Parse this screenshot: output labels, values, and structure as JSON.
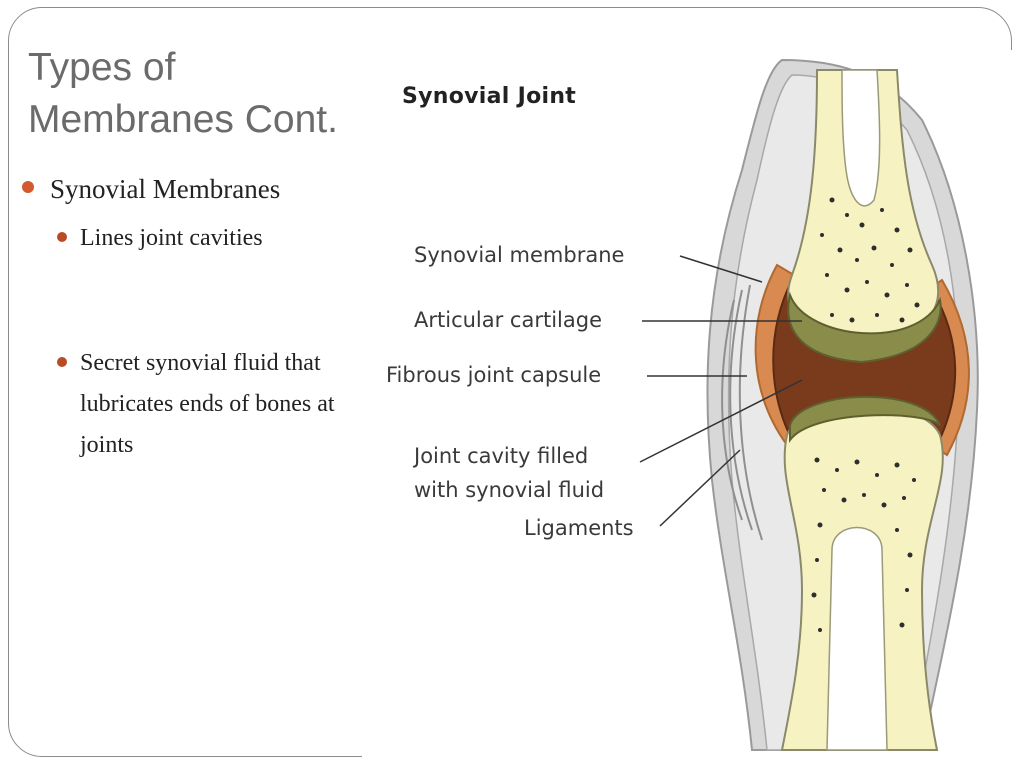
{
  "slide": {
    "title_line1": "Types of",
    "title_line2": "Membranes Cont.",
    "bullets": {
      "level1": "Synovial Membranes",
      "item1": "Lines joint cavities",
      "item2": "Secret synovial fluid that lubricates ends of bones at joints"
    }
  },
  "diagram": {
    "heading": "Synovial Joint",
    "labels": {
      "synovial_membrane": "Synovial membrane",
      "articular_cartilage": "Articular cartilage",
      "fibrous_capsule": "Fibrous joint capsule",
      "cavity_line1": "Joint cavity filled",
      "cavity_line2": "with synovial fluid",
      "ligaments": "Ligaments"
    }
  },
  "colors": {
    "bullet": "#d35a2f",
    "bone": "#f6f2c2",
    "cartilage": "#8a8c4a",
    "cavity": "#7a3b1c",
    "membrane": "#d98a50",
    "capsule": "#b8b8b8"
  }
}
